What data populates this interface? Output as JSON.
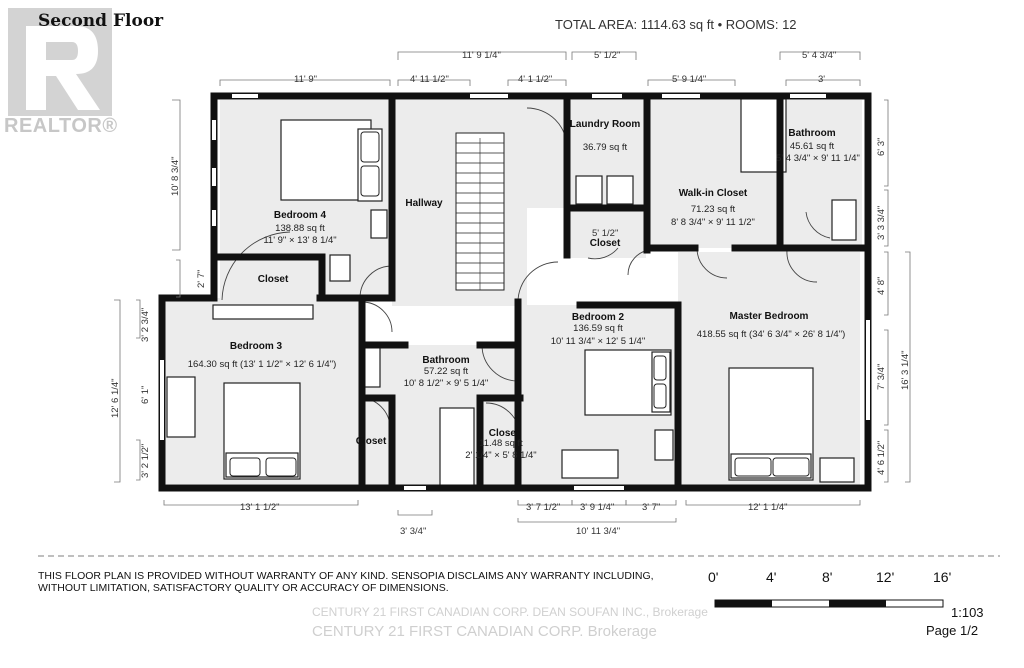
{
  "header": {
    "floor_title": "Second Floor",
    "area_summary": "TOTAL AREA: 1114.63 sq ft • ROOMS: 12"
  },
  "logo": {
    "text": "REALTOR®"
  },
  "rooms": {
    "bedroom4": {
      "name": "Bedroom 4",
      "area": "138.88 sq ft",
      "dims": "11' 9\" × 13' 8 1/4\""
    },
    "hallway": {
      "name": "Hallway"
    },
    "laundry": {
      "name": "Laundry Room",
      "area": "36.79 sq ft"
    },
    "walkin": {
      "name": "Walk-in Closet",
      "area": "71.23 sq ft",
      "dims": "8' 8 3/4\" × 9' 11 1/2\""
    },
    "bathroom_top": {
      "name": "Bathroom",
      "area": "45.61 sq ft",
      "dims": "5' 4 3/4\" × 9' 11 1/4\""
    },
    "closet_b4": {
      "name": "Closet"
    },
    "closet_laundry": {
      "name": "Closet"
    },
    "bedroom3": {
      "name": "Bedroom 3",
      "area_dims": "164.30 sq ft (13' 1 1/2\" × 12' 6 1/4\")"
    },
    "bedroom2": {
      "name": "Bedroom 2",
      "area": "136.59 sq ft",
      "dims": "10' 11 3/4\" × 12' 5 1/4\""
    },
    "master": {
      "name": "Master Bedroom",
      "area_dims": "418.55 sq ft (34' 6 3/4\" × 26' 8 1/4\")"
    },
    "bathroom_mid": {
      "name": "Bathroom",
      "area": "57.22 sq ft",
      "dims": "10' 8 1/2\" × 9' 5 1/4\""
    },
    "closet_b3": {
      "name": "Closet"
    },
    "closet_b2": {
      "name": "Closet",
      "area": "11.48 sq ft",
      "dims": "2' 1/4\" × 5' 8 1/4\""
    }
  },
  "dimensions": {
    "top_total": "11' 9 1/4\"",
    "top_b4": "11' 9\"",
    "top_hall_a": "4' 11 1/2\"",
    "top_hall_b": "4' 1 1/2\"",
    "top_laundry": "5' 1/2\"",
    "top_walkin": "5' 9 1/4\"",
    "top_bath": "5' 4 3/4\"",
    "top_bath_b": "3'",
    "closet_width": "5' 1/2\"",
    "left_b4": "10' 8 3/4\"",
    "left_b4_small": "2' 7\"",
    "left_b3_total": "12' 6 1/4\"",
    "left_b3_a": "3' 2 3/4\"",
    "left_b3_b": "6' 1\"",
    "left_b3_c": "3' 2 1/2\"",
    "right_bath_a": "6' 3\"",
    "right_bath_b": "3' 3 3/4\"",
    "right_master_a": "4' 8\"",
    "right_master_b": "7' 3/4\"",
    "right_master_c": "4' 6 1/2\"",
    "right_master_total": "16' 3 1/4\"",
    "bottom_b3": "13' 1 1/2\"",
    "bottom_bath": "3' 3/4\"",
    "bottom_b2_a": "3' 7 1/2\"",
    "bottom_b2_b": "3' 9 1/4\"",
    "bottom_b2_c": "3' 7\"",
    "bottom_b2_total": "10' 11 3/4\"",
    "bottom_master": "12' 1 1/4\""
  },
  "footer": {
    "disclaimer": "This floor plan is provided without warranty of any kind. Sensopia disclaims any warranty including, without limitation, satisfactory quality or accuracy of dimensions.",
    "scale_labels": [
      "0'",
      "4'",
      "8'",
      "12'",
      "16'"
    ],
    "scale_ratio": "1:103",
    "page": "Page 1/2",
    "watermark_small": "CENTURY 21 FIRST CANADIAN CORP. DEAN SOUFAN INC., Brokerage",
    "watermark_large": "CENTURY 21 FIRST CANADIAN CORP. Brokerage"
  }
}
